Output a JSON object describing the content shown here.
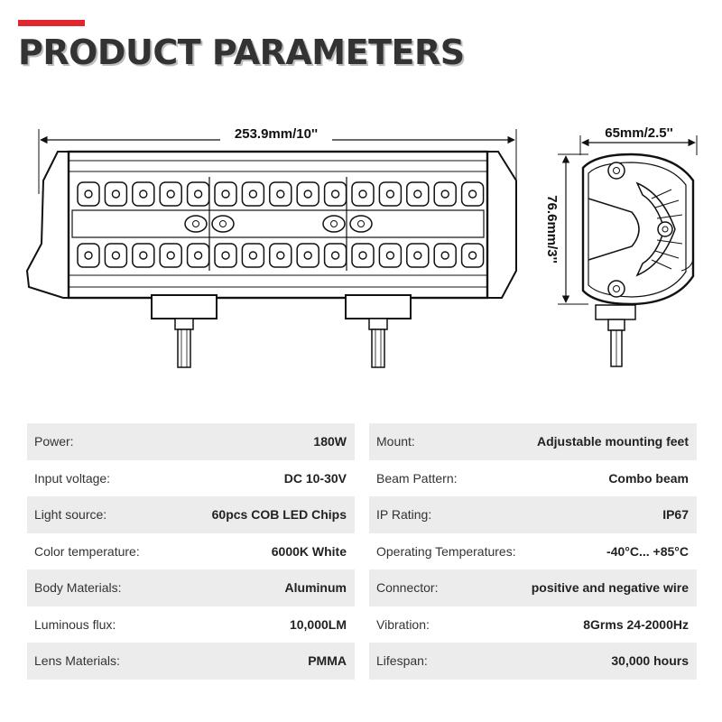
{
  "header": {
    "title": "PRODUCT PARAMETERS",
    "accent_color": "#e1262d"
  },
  "diagram": {
    "length_label": "253.9mm/10''",
    "width_label": "65mm/2.5''",
    "height_label": "76.6mm/3''"
  },
  "specs": {
    "left": [
      {
        "label": "Power:",
        "value": "180W"
      },
      {
        "label": "Input voltage:",
        "value": "DC 10-30V"
      },
      {
        "label": "Light source:",
        "value": "60pcs COB LED Chips"
      },
      {
        "label": "Color temperature:",
        "value": "6000K White"
      },
      {
        "label": "Body Materials:",
        "value": "Aluminum"
      },
      {
        "label": "Luminous flux:",
        "value": "10,000LM"
      },
      {
        "label": "Lens Materials:",
        "value": "PMMA"
      }
    ],
    "right": [
      {
        "label": "Mount:",
        "value": "Adjustable mounting feet"
      },
      {
        "label": "Beam Pattern:",
        "value": "Combo beam"
      },
      {
        "label": "IP Rating:",
        "value": "IP67"
      },
      {
        "label": "Operating Temperatures:",
        "value": "-40°C... +85°C"
      },
      {
        "label": "Connector:",
        "value": "positive and negative wire"
      },
      {
        "label": "Vibration:",
        "value": "8Grms 24-2000Hz"
      },
      {
        "label": "Lifespan:",
        "value": "30,000 hours"
      }
    ]
  }
}
